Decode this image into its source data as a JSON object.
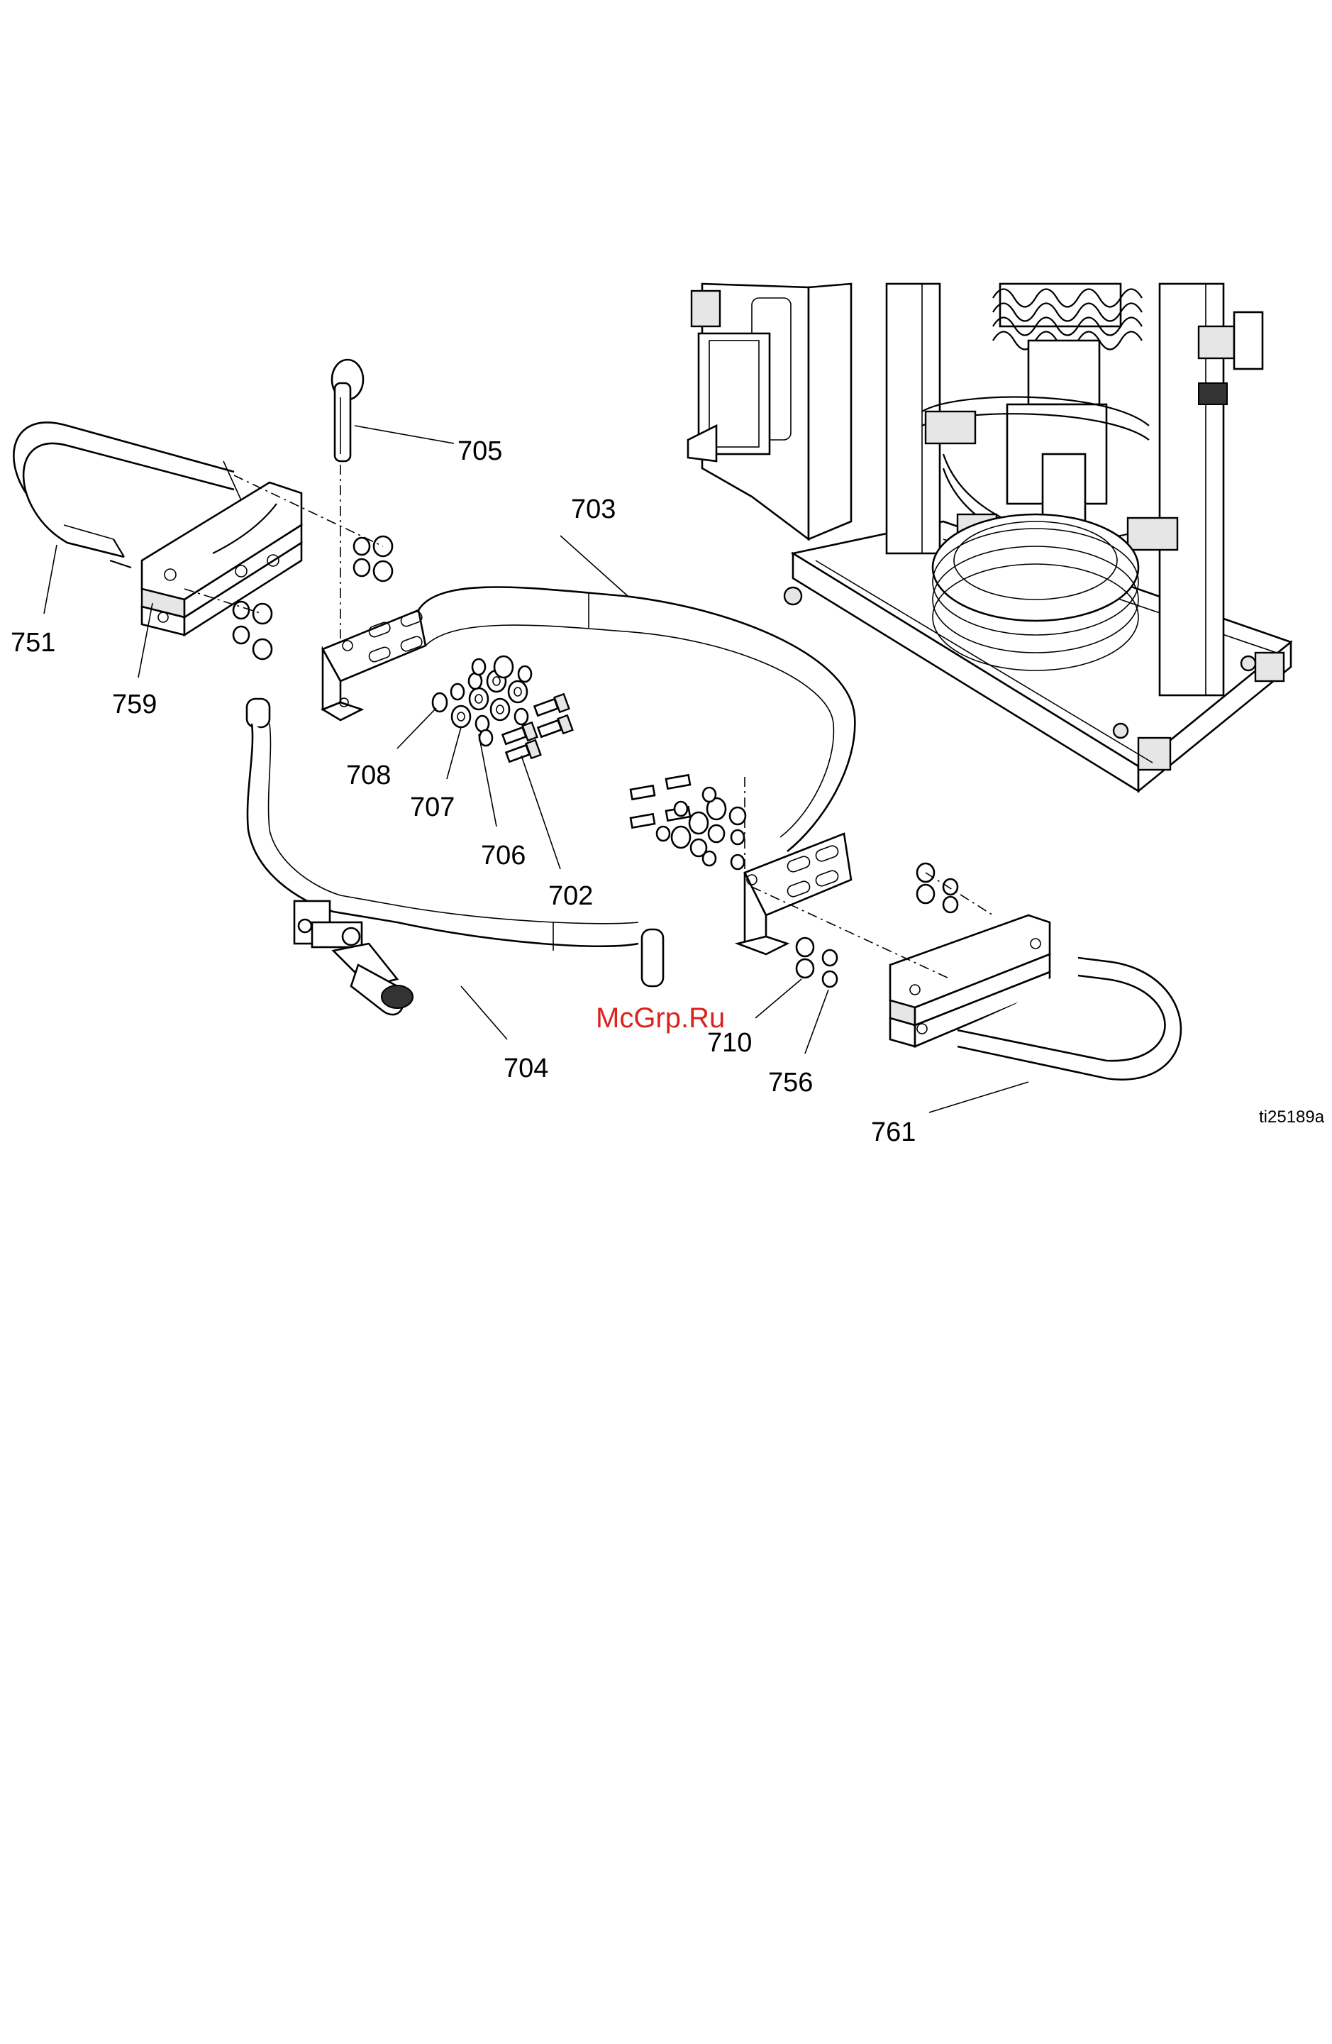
{
  "callouts": {
    "c705": "705",
    "c703": "703",
    "c751": "751",
    "c759": "759",
    "c708": "708",
    "c707": "707",
    "c706": "706",
    "c702": "702",
    "c704": "704",
    "c710": "710",
    "c756": "756",
    "c761": "761"
  },
  "figure_ref": "ti25189a",
  "watermark": "McGrp.Ru"
}
